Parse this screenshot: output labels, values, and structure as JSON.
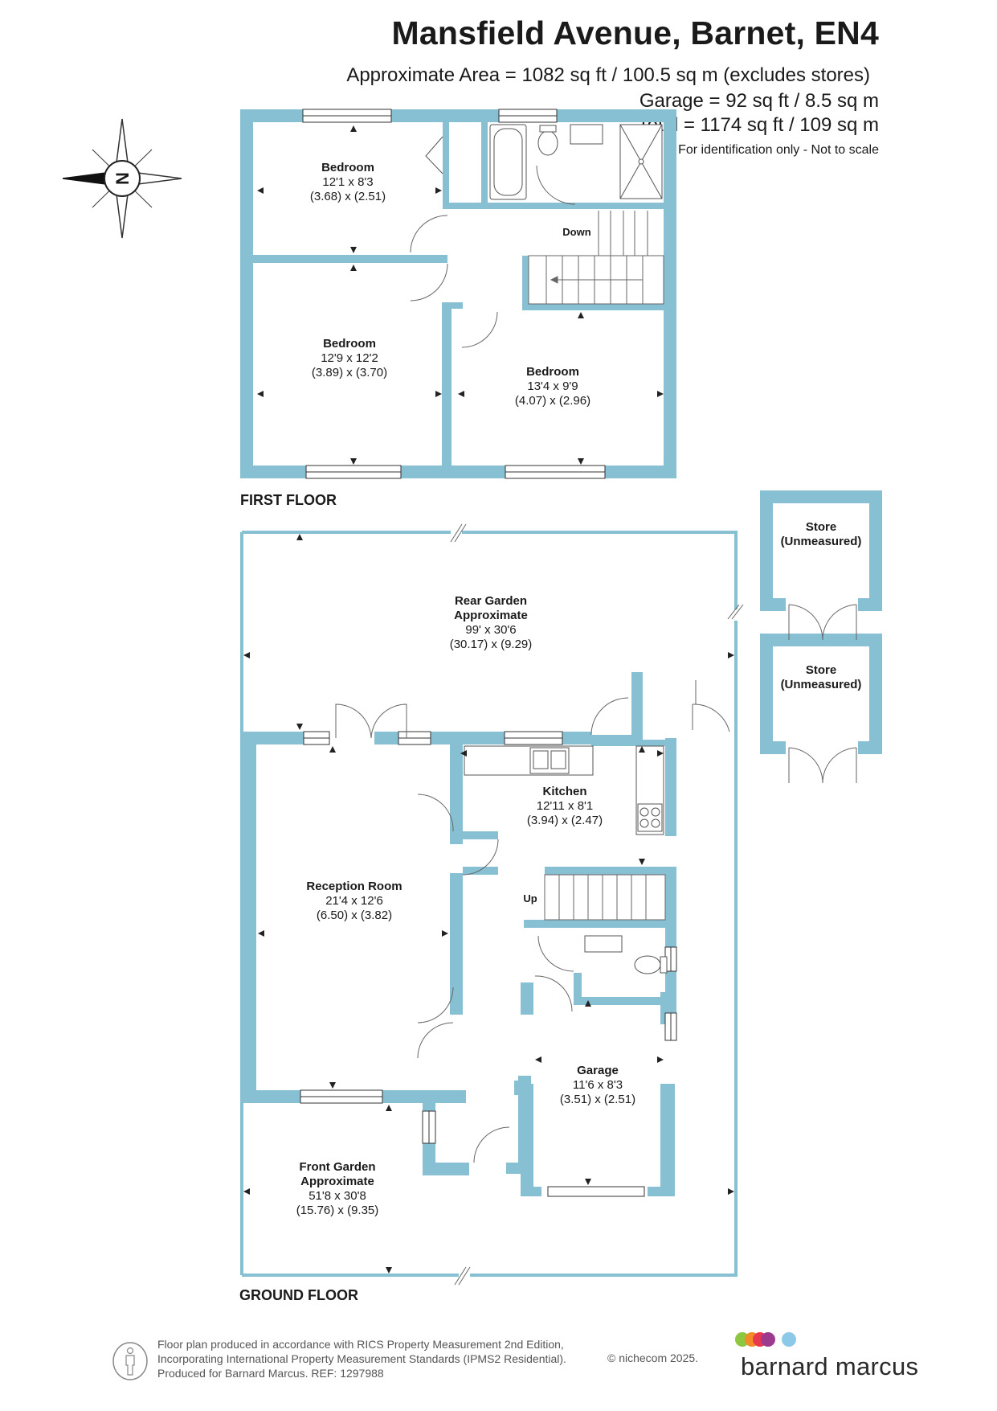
{
  "header": {
    "title": "Mansfield Avenue, Barnet, EN4",
    "area_line": "Approximate Area = 1082 sq ft / 100.5 sq m (excludes stores)",
    "garage_line": "Garage = 92 sq ft / 8.5 sq m",
    "total_line": "Total = 1174 sq ft / 109 sq m",
    "disclaimer": "For identification only - Not to scale"
  },
  "compass": {
    "north_label": "N"
  },
  "first_floor": {
    "label": "FIRST FLOOR",
    "stairs_label": "Down",
    "rooms": [
      {
        "name": "Bedroom",
        "imperial": "12'1 x 8'3",
        "metric": "(3.68) x (2.51)"
      },
      {
        "name": "Bedroom",
        "imperial": "12'9 x 12'2",
        "metric": "(3.89) x (3.70)"
      },
      {
        "name": "Bedroom",
        "imperial": "13'4 x 9'9",
        "metric": "(4.07) x (2.96)"
      }
    ]
  },
  "ground_floor": {
    "label": "GROUND FLOOR",
    "stairs_label": "Up",
    "rear_garden": {
      "name": "Rear Garden",
      "sub": "Approximate",
      "imperial": "99' x 30'6",
      "metric": "(30.17) x (9.29)"
    },
    "kitchen": {
      "name": "Kitchen",
      "imperial": "12'11 x 8'1",
      "metric": "(3.94) x (2.47)"
    },
    "reception": {
      "name": "Reception Room",
      "imperial": "21'4 x 12'6",
      "metric": "(6.50) x (3.82)"
    },
    "garage": {
      "name": "Garage",
      "imperial": "11'6 x 8'3",
      "metric": "(3.51) x (2.51)"
    },
    "front_garden": {
      "name": "Front Garden",
      "sub": "Approximate",
      "imperial": "51'8 x 30'8",
      "metric": "(15.76) x (9.35)"
    }
  },
  "stores": [
    {
      "name": "Store",
      "sub": "(Unmeasured)"
    },
    {
      "name": "Store",
      "sub": "(Unmeasured)"
    }
  ],
  "footer": {
    "line1": "Floor plan produced in accordance with RICS Property Measurement 2nd Edition,",
    "line2": "Incorporating International Property Measurement Standards (IPMS2 Residential).",
    "line3": "Produced for Barnard Marcus.   REF:  1297988",
    "copyright": "© nichecom 2025.",
    "brand": "barnard marcus"
  },
  "colors": {
    "wall": "#87bfd3",
    "dot_red": "#e8384f",
    "dot_purple": "#9b3a8e",
    "dot_orange": "#f28c28",
    "dot_green": "#8dc63f",
    "dot_blue": "#8cc8e8"
  }
}
